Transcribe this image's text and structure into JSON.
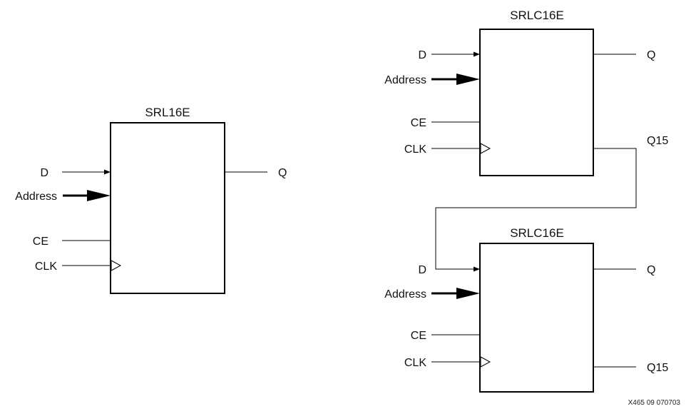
{
  "figure_id": "X465_09_070703",
  "blocks": [
    {
      "title": "SRL16E",
      "inputs": [
        "D",
        "Address",
        "CE",
        "CLK"
      ],
      "outputs": [
        "Q"
      ]
    },
    {
      "title": "SRLC16E",
      "inputs": [
        "D",
        "Address",
        "CE",
        "CLK"
      ],
      "outputs": [
        "Q",
        "Q15"
      ]
    },
    {
      "title": "SRLC16E",
      "inputs": [
        "D",
        "Address",
        "CE",
        "CLK"
      ],
      "outputs": [
        "Q",
        "Q15"
      ]
    }
  ]
}
